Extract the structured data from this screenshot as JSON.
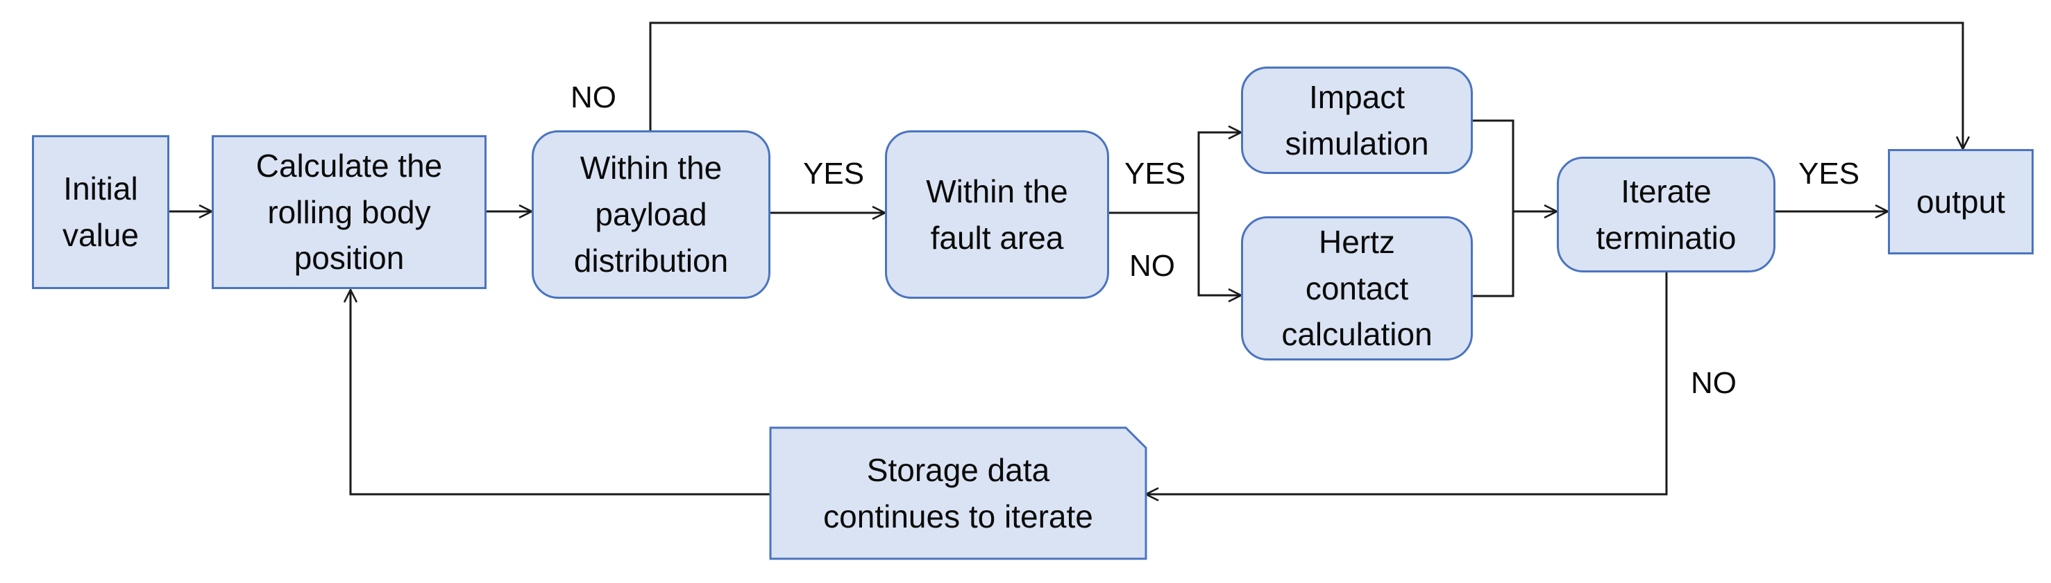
{
  "nodes": {
    "initial": "Initial\nvalue",
    "calculate": "Calculate the\nrolling body\nposition",
    "payload": "Within the\npayload\ndistribution",
    "fault": "Within the\nfault area",
    "impact": "Impact\nsimulation",
    "hertz": "Hertz\ncontact\ncalculation",
    "iterate": "Iterate\nterminatio",
    "output": "output",
    "storage": "Storage data\ncontinues to iterate"
  },
  "edge_labels": {
    "payload_no": "NO",
    "payload_yes": "YES",
    "fault_yes": "YES",
    "fault_no": "NO",
    "iterate_yes": "YES",
    "iterate_no": "NO"
  },
  "colors": {
    "node_fill": "#dae3f3",
    "node_border": "#4a74c0",
    "line": "#1a1a1a"
  }
}
